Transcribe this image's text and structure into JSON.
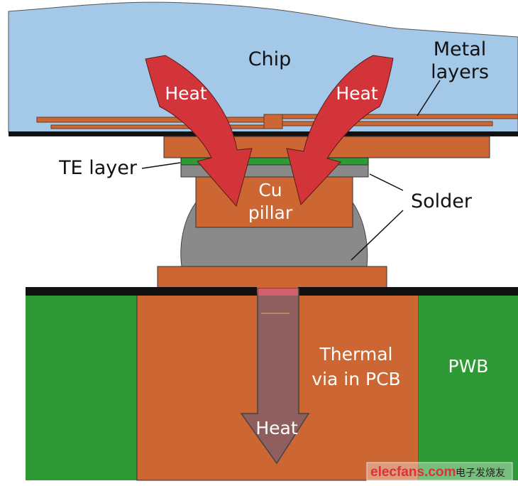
{
  "labels": {
    "chip": "Chip",
    "metal_layers_line1": "Metal",
    "metal_layers_line2": "layers",
    "heat_left": "Heat",
    "heat_right": "Heat",
    "te_layer": "TE layer",
    "solder": "Solder",
    "cu_pillar_line1": "Cu",
    "cu_pillar_line2": "pillar",
    "thermal_via_line1": "Thermal",
    "thermal_via_line2": "via in PCB",
    "pwb": "PWB",
    "heat_down": "Heat"
  },
  "watermark": {
    "site": "elecfans.com",
    "chinese": "电子发烧友"
  },
  "colors": {
    "chip": "#a4c8e8",
    "copper": "#cc6633",
    "heat_arrow": "#d3343a",
    "te_layer": "#2e9a36",
    "solder": "#8a8a8a",
    "pwb": "#2e9a36",
    "via_arrow": "#8f5f5f"
  }
}
